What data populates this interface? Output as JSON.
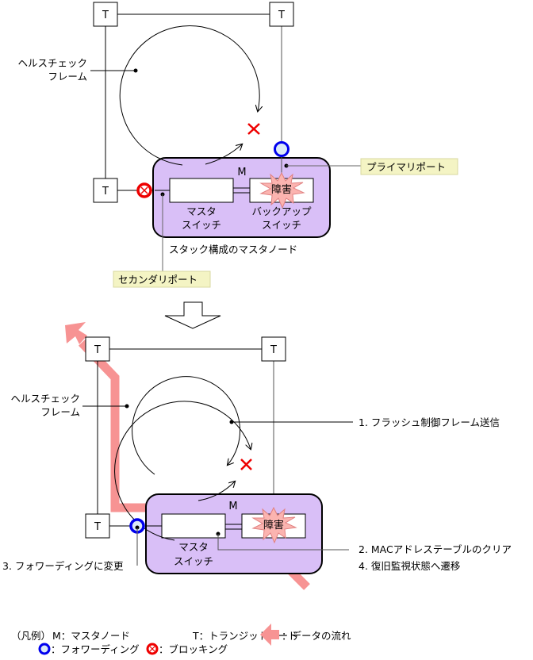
{
  "colors": {
    "master_node_fill": "#d9bff7",
    "data_flow": "#f79393",
    "fault_burst": "#fbb4b0",
    "fault_burst_stroke": "#e58080",
    "forwarding_ring": "#0000ee",
    "forwarding_fill": "#dceaf7",
    "blocking_ring": "#ee0000",
    "x_mark": "#ee0000",
    "port_label_bg": "#f4f4c4"
  },
  "top": {
    "transit_node_label": "T",
    "master_label": "M",
    "health_check_label_line1": "ヘルスチェック",
    "health_check_label_line2": "フレーム",
    "master_switch_line1": "マスタ",
    "master_switch_line2": "スイッチ",
    "backup_switch_line1": "バックアップ",
    "backup_switch_line2": "スイッチ",
    "fault_label": "障害",
    "stack_caption": "スタック構成のマスタノード",
    "primary_port_label": "プライマリポート",
    "secondary_port_label": "セカンダリポート"
  },
  "bottom": {
    "transit_node_label": "T",
    "master_label": "M",
    "health_check_label_line1": "ヘルスチェック",
    "health_check_label_line2": "フレーム",
    "master_switch_line1": "マスタ",
    "master_switch_line2": "スイッチ",
    "fault_label": "障害",
    "step1": "1.  フラッシュ制御フレーム送信",
    "step2": "2.  MACアドレステーブルのクリア",
    "step3": "3.  フォワーディングに変更",
    "step4": "4.  復旧監視状態へ遷移"
  },
  "legend": {
    "prefix": "（凡例）",
    "master": "M：マスタノード",
    "transit": "T：トランジットノード",
    "data_flow": "：データの流れ",
    "forwarding": "：フォワーディング",
    "blocking": "：ブロッキング"
  }
}
